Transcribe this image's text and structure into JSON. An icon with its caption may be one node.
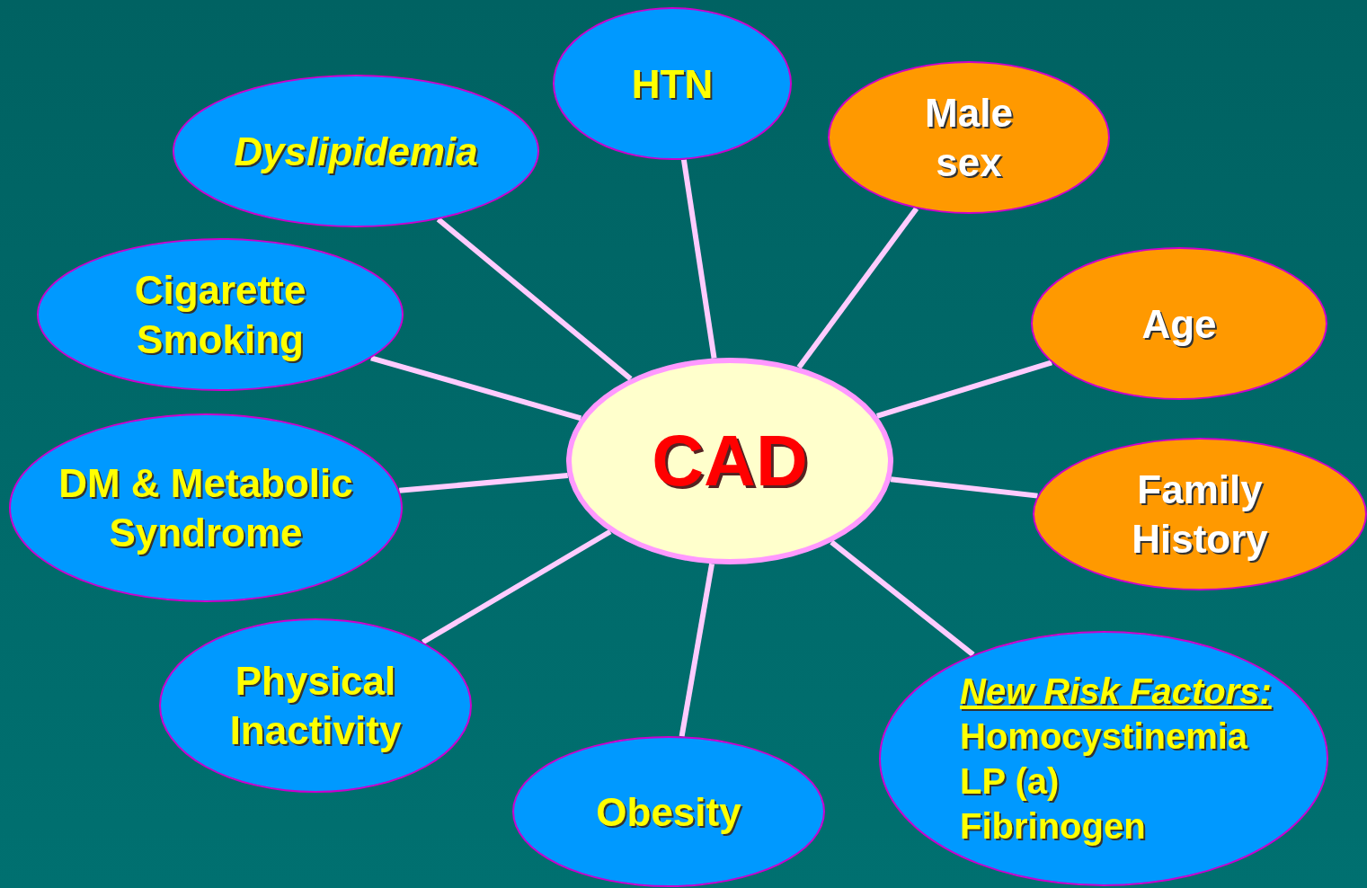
{
  "diagram": {
    "nodes": [
      {
        "text": [
          "CAD"
        ]
      },
      {
        "text": [
          "HTN"
        ]
      },
      {
        "text": [
          "Male sex"
        ]
      },
      {
        "text": [
          "Age"
        ]
      },
      {
        "text": [
          "Family History"
        ]
      },
      {
        "text": [
          "New Risk Factors:",
          "Homocystinemia",
          "LP (a)",
          "Fibrinogen"
        ]
      },
      {
        "text": [
          "Obesity"
        ]
      },
      {
        "text": [
          "Physical Inactivity"
        ]
      },
      {
        "text": [
          "DM & Metabolic Syndrome"
        ]
      },
      {
        "text": [
          "Cigarette Smoking"
        ]
      },
      {
        "text": [
          "Dyslipidemia"
        ]
      }
    ],
    "edges": [
      {
        "from": 0,
        "to": 1,
        "arrow": "none"
      },
      {
        "from": 0,
        "to": 2,
        "arrow": "none"
      },
      {
        "from": 0,
        "to": 3,
        "arrow": "none"
      },
      {
        "from": 0,
        "to": 4,
        "arrow": "none"
      },
      {
        "from": 0,
        "to": 5,
        "arrow": "none"
      },
      {
        "from": 0,
        "to": 6,
        "arrow": "none"
      },
      {
        "from": 0,
        "to": 7,
        "arrow": "none"
      },
      {
        "from": 0,
        "to": 8,
        "arrow": "none"
      },
      {
        "from": 0,
        "to": 9,
        "arrow": "none"
      },
      {
        "from": 0,
        "to": 10,
        "arrow": "none"
      }
    ]
  }
}
